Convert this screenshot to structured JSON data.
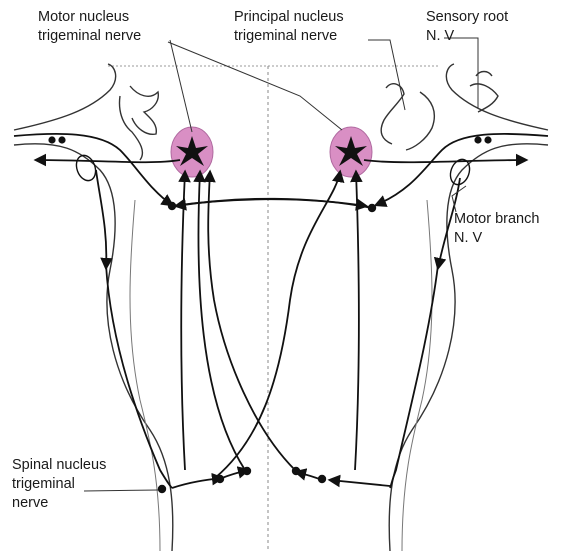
{
  "labels": {
    "motor_nucleus": [
      "Motor nucleus",
      "trigeminal nerve"
    ],
    "principal_nucleus": [
      "Principal nucleus",
      "trigeminal nerve"
    ],
    "sensory_root": [
      "Sensory root",
      "N. V"
    ],
    "motor_branch": [
      "Motor branch",
      "N. V"
    ],
    "spinal_nucleus": [
      "Spinal nucleus",
      "trigeminal",
      "nerve"
    ]
  },
  "colors": {
    "nucleus_fill": "#d98fc4",
    "ink": "#111111",
    "outline": "#333333",
    "midline": "#888888"
  }
}
